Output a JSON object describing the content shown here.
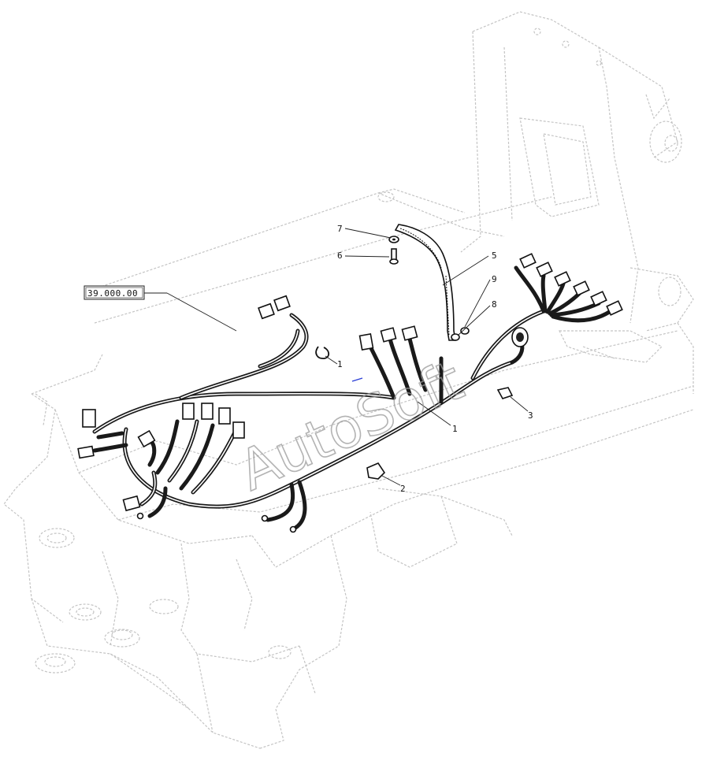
{
  "reference_box": {
    "label": "39.000.00"
  },
  "callouts": [
    {
      "id": "1a",
      "label": "1"
    },
    {
      "id": "1b",
      "label": "1"
    },
    {
      "id": "2",
      "label": "2"
    },
    {
      "id": "3",
      "label": "3"
    },
    {
      "id": "5",
      "label": "5"
    },
    {
      "id": "6",
      "label": "6"
    },
    {
      "id": "7",
      "label": "7"
    },
    {
      "id": "8",
      "label": "8"
    },
    {
      "id": "9",
      "label": "9"
    }
  ],
  "watermark": {
    "text": "AutoSoft"
  },
  "colors": {
    "line": "#1a1a1a",
    "ghost": "#c4c4c4",
    "accent": "#2b3fd6"
  }
}
